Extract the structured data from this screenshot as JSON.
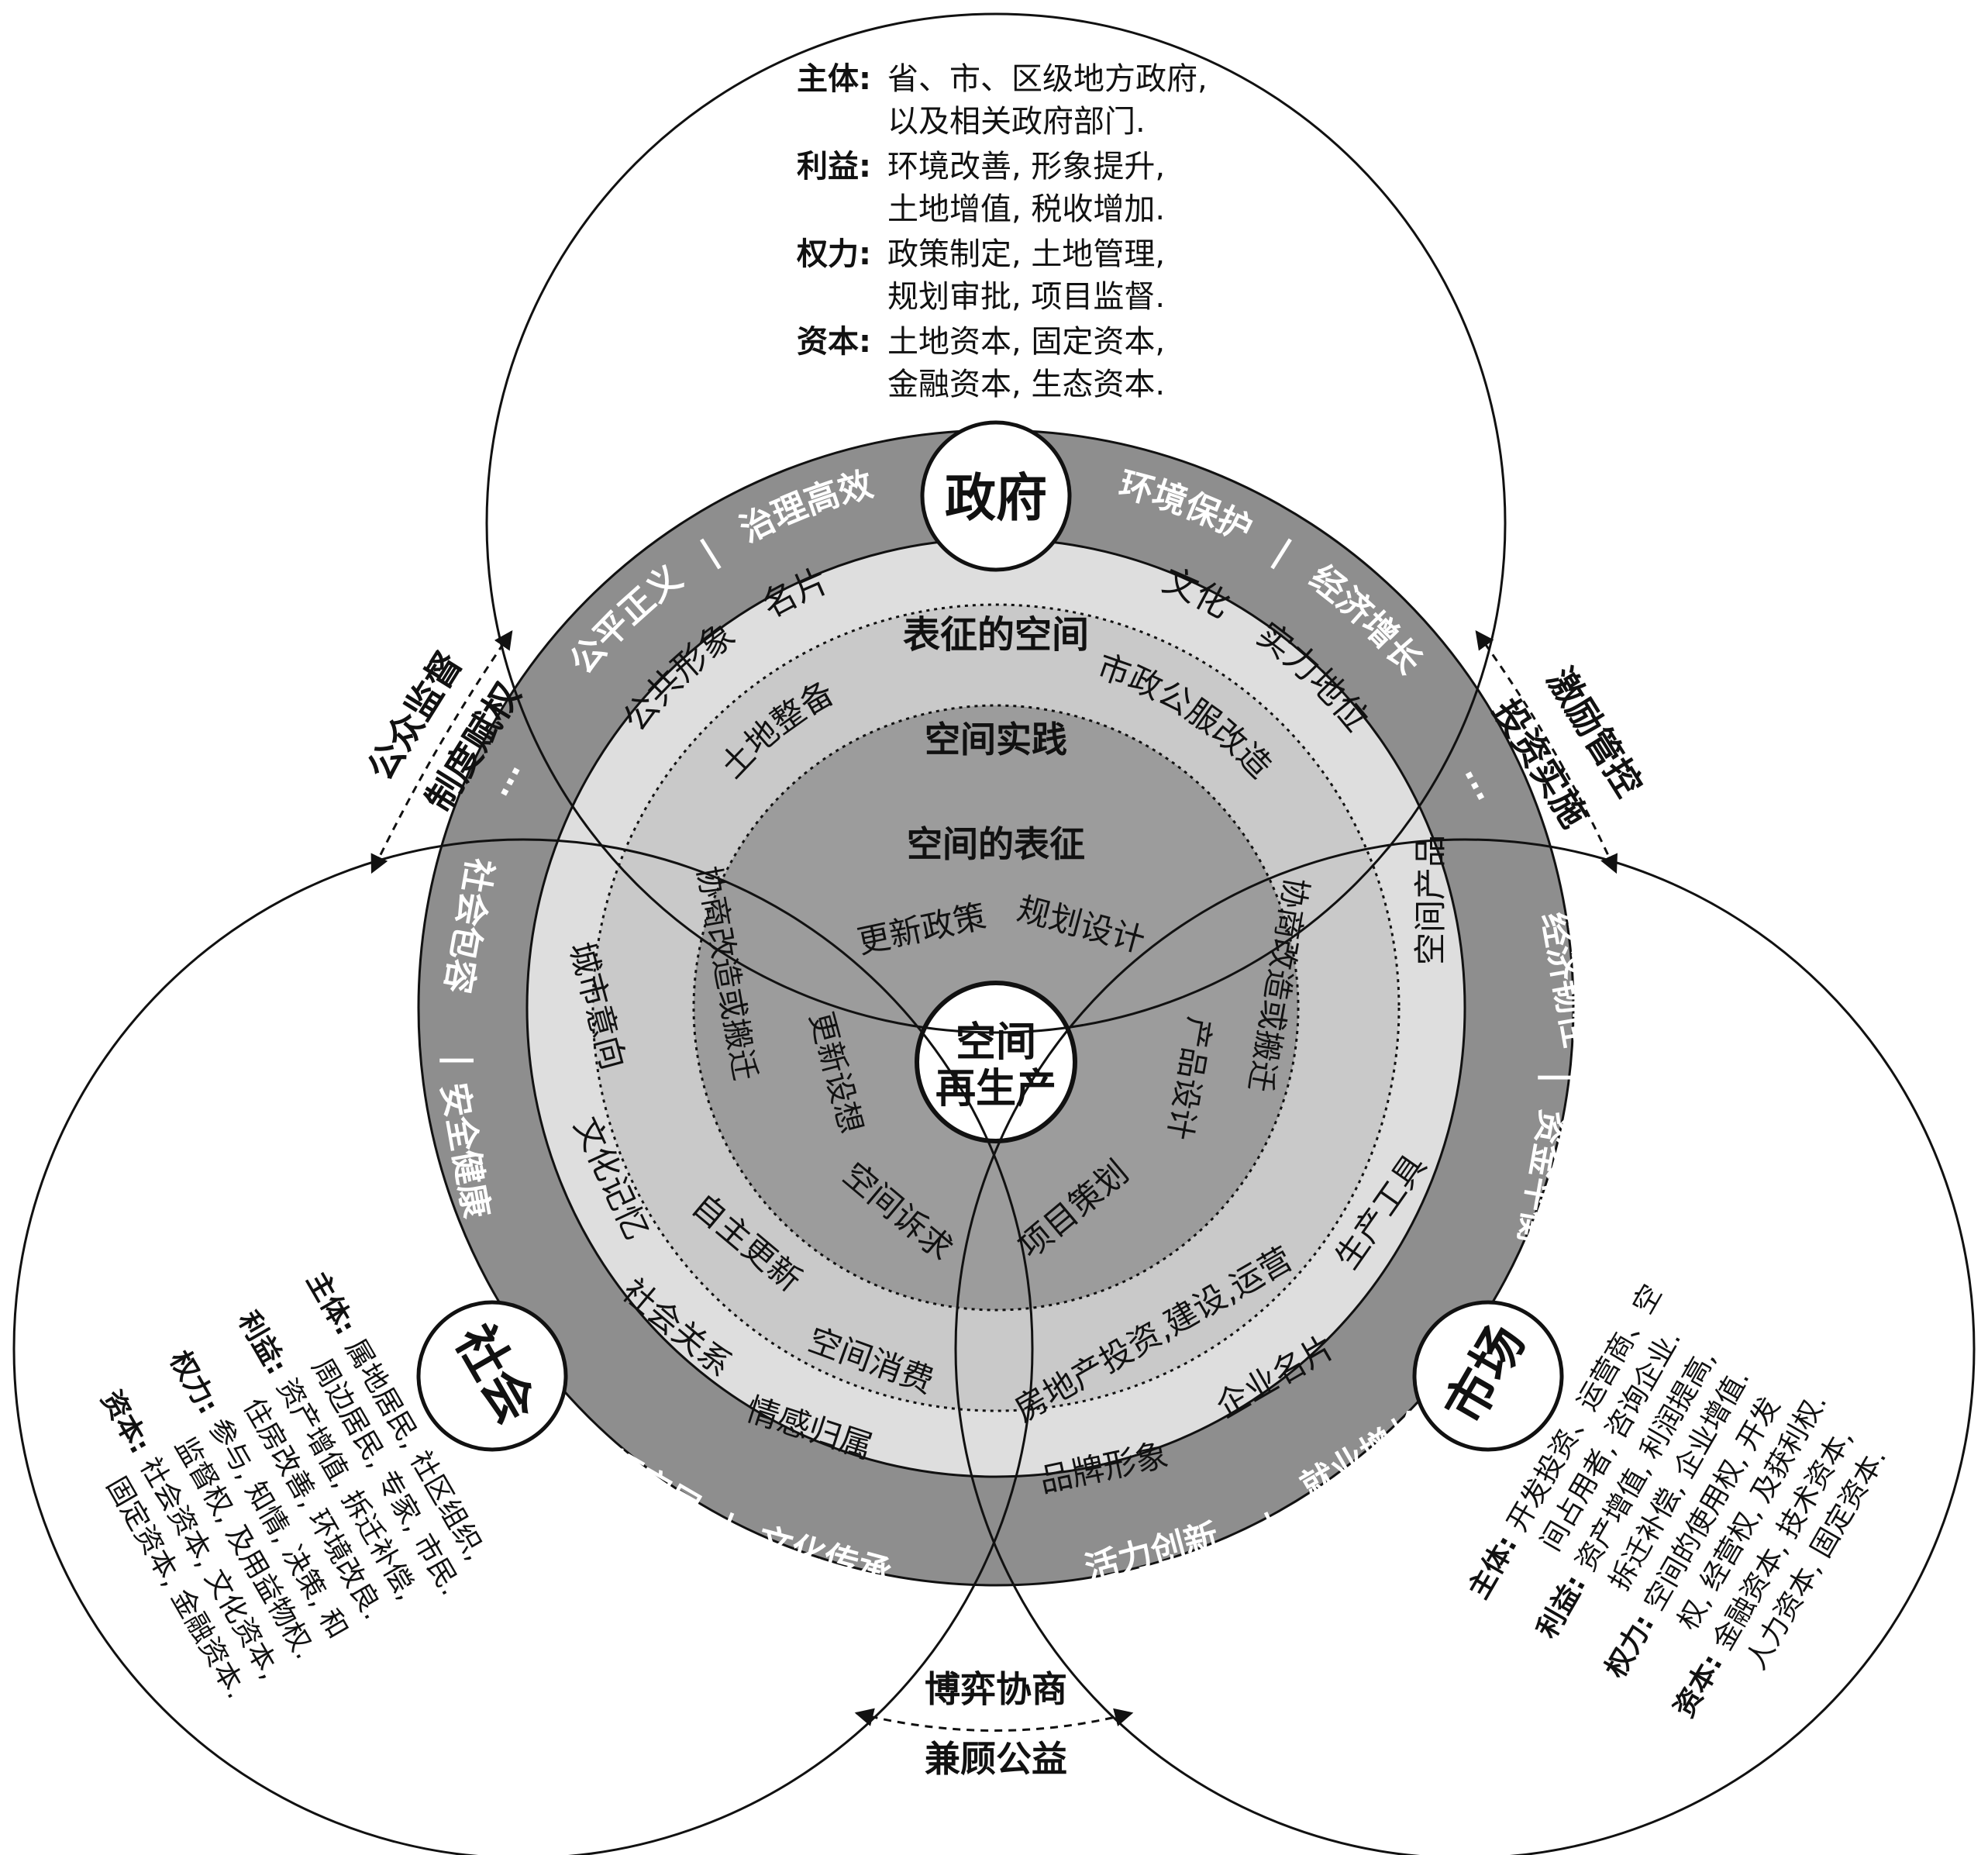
{
  "center": {
    "line1": "空间",
    "line2": "再生产"
  },
  "actors": {
    "gov": "政府",
    "society": "社会",
    "market": "市场"
  },
  "gov_panel": {
    "label1": "主体:",
    "text1a": "省、市、区级地方政府,",
    "text1b": "以及相关政府部门.",
    "label2": "利益:",
    "text2a": "环境改善, 形象提升,",
    "text2b": "土地增值, 税收增加.",
    "label3": "权力:",
    "text3a": "政策制定, 土地管理,",
    "text3b": "规划审批, 项目监督.",
    "label4": "资本:",
    "text4a": "土地资本, 固定资本,",
    "text4b": "金融资本, 生态资本."
  },
  "society_panel": {
    "label1": "主体:",
    "text1a": "属地居民, 社区组织,",
    "text1b": "周边居民, 专家, 市民.",
    "label2": "利益:",
    "text2a": "资产增值, 拆迁补偿,",
    "text2b": "住房改善, 环境改良.",
    "label3": "权力:",
    "text3a": "参与, 知情, 决策, 和",
    "text3b": "监督权, 及用益物权.",
    "label4": "资本:",
    "text4a": "社会资本, 文化资本,",
    "text4b": "固定资本, 金融资本."
  },
  "market_panel": {
    "label1": "主体:",
    "text1a": "开发投资、运营商、空",
    "text1b": "间占用者, 咨询企业.",
    "label2": "利益:",
    "text2a": "资产增值, 利润提高,",
    "text2b": "拆迁补偿, 企业增值.",
    "label3": "权力:",
    "text3a": "空间的使用权, 开发",
    "text3b": "权, 经营权, 及获利权.",
    "label4": "资本:",
    "text4a": "金融资本, 技术资本,",
    "text4b": "人力资本, 固定资本."
  },
  "outer_ring": {
    "g1": "公平正义",
    "sep1": "|",
    "g2": "治理高效",
    "g3": "环境保护",
    "sep2": "|",
    "g4": "经济增长",
    "m1": "经济韧性",
    "sep3": "|",
    "m2": "资金平衡",
    "m3": "就业增长",
    "sep4": "|",
    "m4": "活力创新",
    "s1": "文化传承",
    "sep5": "|",
    "s2": "幸福宜居",
    "s3": "安全健康",
    "sep6": "|",
    "s4": "社会包容",
    "dots1": "···",
    "dots2": "···",
    "dots3": "···"
  },
  "ring2": {
    "title": "表征的空间",
    "g_left1": "公共形象",
    "g_left2": "名片",
    "g_right1": "文化",
    "g_right2": "实力地位",
    "m1": "空间产品",
    "m2": "生产工具",
    "m3": "企业名片",
    "m4": "品牌形象",
    "s1": "城市意向",
    "s2": "文化记忆",
    "s3": "社会关系",
    "s4": "情感归属"
  },
  "ring3": {
    "title": "空间实践",
    "g1": "土地整备",
    "g2": "市政公服改造",
    "m1": "协商改造或搬迁",
    "m2": "房地产投资,建设,运营",
    "s1": "协商改造或搬迁",
    "s2": "自主更新",
    "s3": "空间消费"
  },
  "ring4": {
    "title": "空间的表征",
    "g1": "更新政策",
    "g2": "规划设计",
    "m1": "产品设计",
    "m2": "项目策划",
    "s1": "更新设想",
    "s2": "空间诉求"
  },
  "relations": {
    "gs1": "公众监督",
    "gs2": "制度赋权",
    "gm1": "激励管控",
    "gm2": "投资实施",
    "sm1": "博弈协商",
    "sm2": "兼顾公益"
  }
}
